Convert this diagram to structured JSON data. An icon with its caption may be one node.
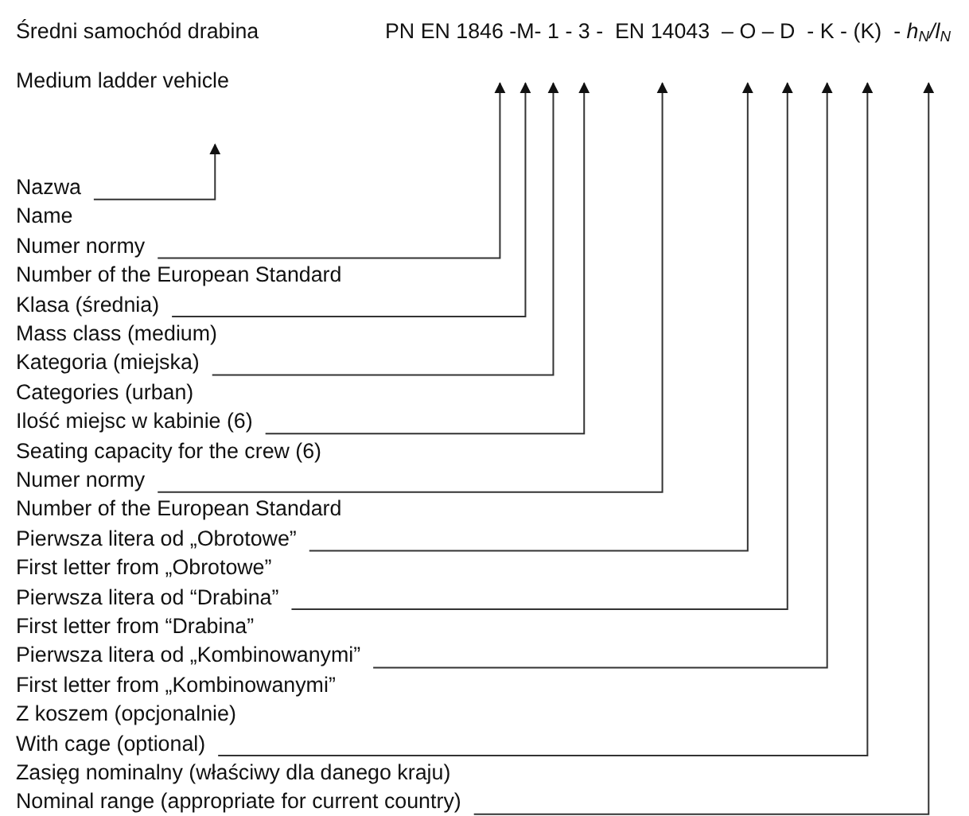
{
  "diagram": {
    "nodes": [
      {
        "text": [
          "Średni samochód drabina",
          "Medium ladder vehicle"
        ]
      },
      {
        "text": [
          "PN EN 1846"
        ]
      },
      {
        "text": [
          "M"
        ]
      },
      {
        "text": [
          "1"
        ]
      },
      {
        "text": [
          "3"
        ]
      },
      {
        "text": [
          "EN 14043"
        ]
      },
      {
        "text": [
          "O"
        ]
      },
      {
        "text": [
          "D"
        ]
      },
      {
        "text": [
          "K"
        ]
      },
      {
        "text": [
          "(K)"
        ]
      },
      {
        "text": [
          "h$_{N}$/l$_{N}$"
        ]
      },
      {
        "text": [
          "Nazwa",
          "Name"
        ]
      },
      {
        "text": [
          "Numer normy",
          "Number of the European Standard"
        ]
      },
      {
        "text": [
          "Klasa (średnia)",
          "Mass class (medium)"
        ]
      },
      {
        "text": [
          "Kategoria (miejska)",
          "Categories (urban)"
        ]
      },
      {
        "text": [
          "Ilość miejsc w kabinie (6)",
          "Seating capacity for the crew (6)"
        ]
      },
      {
        "text": [
          "Numer normy",
          "Number of the European Standard"
        ]
      },
      {
        "text": [
          "Pierwsza litera od „Obrotowe”",
          "First letter from „Obrotowe”"
        ]
      },
      {
        "text": [
          "Pierwsza litera od “Drabina”",
          "First letter from “Drabina”"
        ]
      },
      {
        "text": [
          "Pierwsza litera od „Kombinowanymi”",
          "First letter from „Kombinowanymi”"
        ]
      },
      {
        "text": [
          "Z koszem (opcjonalnie)",
          "With cage (optional)"
        ]
      },
      {
        "text": [
          "Zasięg nominalny (właściwy dla danego kraju)",
          "Nominal range (appropriate for current country)"
        ]
      }
    ],
    "edges": [
      {
        "from": 11,
        "to": 0,
        "arrow": "to"
      },
      {
        "from": 12,
        "to": 1,
        "arrow": "to"
      },
      {
        "from": 13,
        "to": 2,
        "arrow": "to"
      },
      {
        "from": 14,
        "to": 3,
        "arrow": "to"
      },
      {
        "from": 15,
        "to": 4,
        "arrow": "to"
      },
      {
        "from": 16,
        "to": 5,
        "arrow": "to"
      },
      {
        "from": 17,
        "to": 6,
        "arrow": "to"
      },
      {
        "from": 18,
        "to": 7,
        "arrow": "to"
      },
      {
        "from": 19,
        "to": 8,
        "arrow": "to"
      },
      {
        "from": 20,
        "to": 9,
        "arrow": "to"
      },
      {
        "from": 21,
        "to": 10,
        "arrow": "to"
      }
    ],
    "labels": [
      "-",
      "-",
      "-",
      "-",
      "–",
      "–",
      "-",
      "-",
      "-"
    ]
  }
}
